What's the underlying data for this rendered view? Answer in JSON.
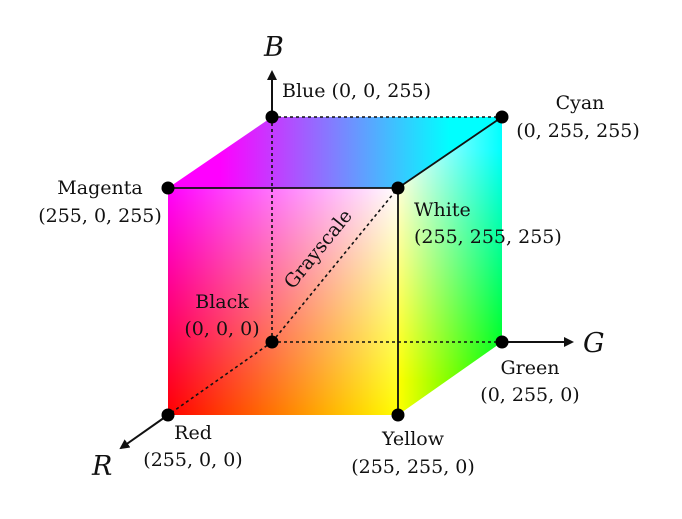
{
  "axes": {
    "r": "R",
    "g": "G",
    "b": "B"
  },
  "vertices": {
    "blue": {
      "name": "Blue (0, 0, 255)"
    },
    "cyan": {
      "name": "Cyan",
      "value": "(0, 255, 255)"
    },
    "magenta": {
      "name": "Magenta",
      "value": "(255, 0, 255)"
    },
    "white": {
      "name": "White",
      "value": "(255, 255, 255)"
    },
    "black": {
      "name": "Black",
      "value": "(0, 0, 0)"
    },
    "green": {
      "name": "Green",
      "value": "(0, 255, 0)"
    },
    "red": {
      "name": "Red",
      "value": "(255, 0, 0)"
    },
    "yellow": {
      "name": "Yellow",
      "value": "(255, 255, 0)"
    }
  },
  "diagonal_label": "Grayscale",
  "colors": {
    "black": "#000000",
    "red": "#ff0000",
    "green": "#00ff00",
    "blue": "#0000ff",
    "yellow": "#ffff00",
    "cyan": "#00ffff",
    "magenta": "#ff00ff",
    "white": "#ffffff"
  }
}
